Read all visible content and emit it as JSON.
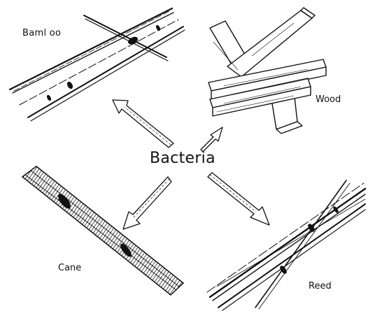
{
  "diagram": {
    "center_label": "Bacteria",
    "materials": [
      {
        "id": "bamboo",
        "label": "Baml oo",
        "icon": "bamboo-stalks-icon"
      },
      {
        "id": "wood",
        "label": "Wood",
        "icon": "wood-planks-icon"
      },
      {
        "id": "cane",
        "label": "Cane",
        "icon": "cane-bundle-icon"
      },
      {
        "id": "reed",
        "label": "Reed",
        "icon": "reed-stalks-icon"
      }
    ]
  },
  "colors": {
    "ink": "#111111",
    "paper": "#ffffff"
  }
}
